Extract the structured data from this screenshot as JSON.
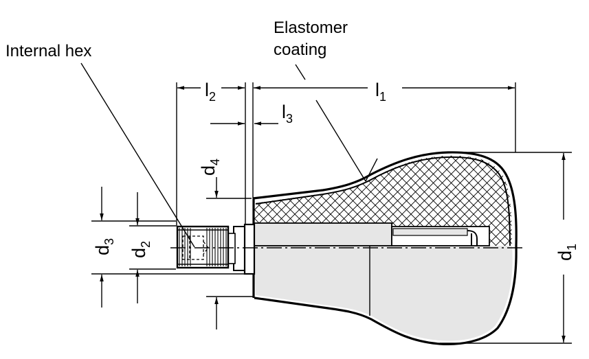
{
  "labels": {
    "internal_hex": "Internal hex",
    "elastomer_line1": "Elastomer",
    "elastomer_line2": "coating"
  },
  "dimensions": {
    "l1": {
      "base": "l",
      "sub": "1"
    },
    "l2": {
      "base": "l",
      "sub": "2"
    },
    "l3": {
      "base": "l",
      "sub": "3"
    },
    "d1": {
      "base": "d",
      "sub": "1"
    },
    "d2": {
      "base": "d",
      "sub": "2"
    },
    "d3": {
      "base": "d",
      "sub": "3"
    },
    "d4": {
      "base": "d",
      "sub": "4"
    }
  },
  "colors": {
    "ink": "#000000",
    "body_fill": "#e6e6e6",
    "hatch": "#000000",
    "paper": "#ffffff"
  }
}
